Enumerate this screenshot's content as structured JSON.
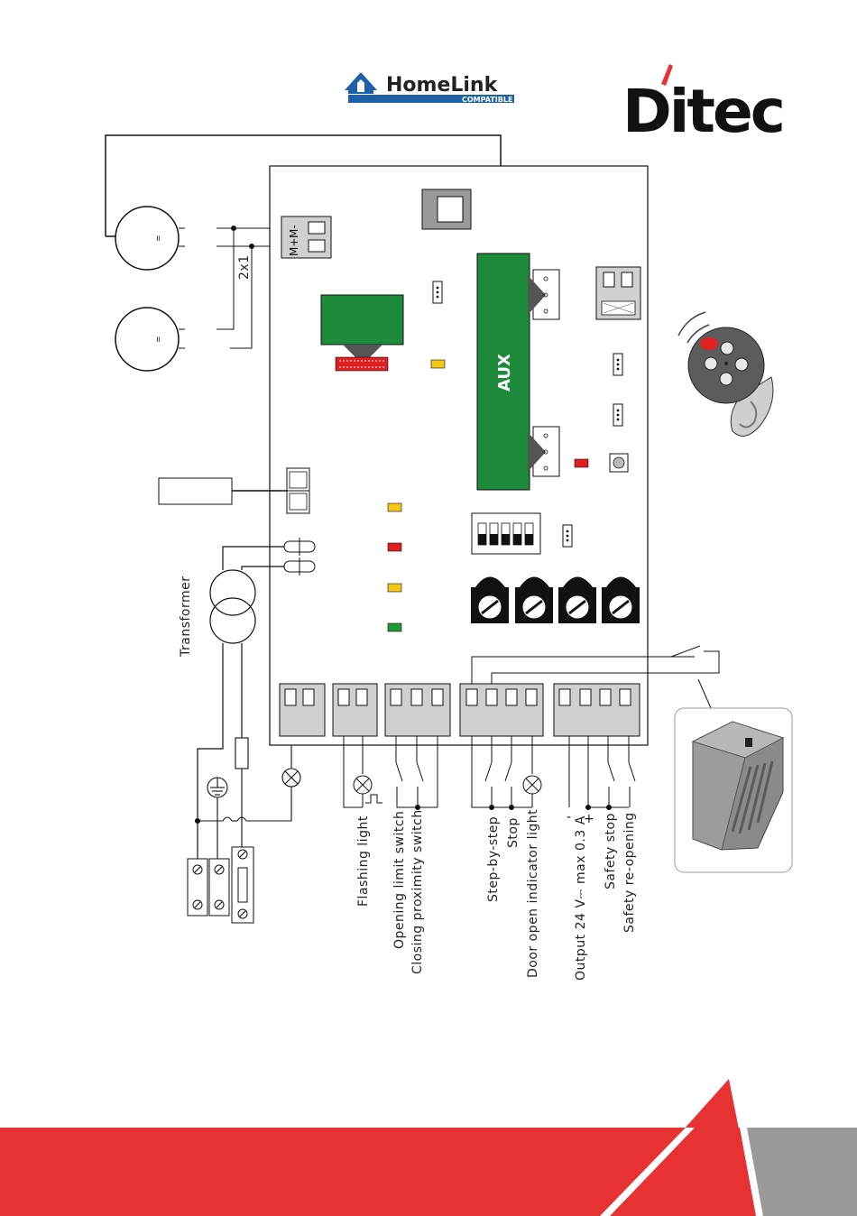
{
  "brand": {
    "homelink_text": "HomeLink",
    "homelink_sub": "COMPATIBLE",
    "ditec_text": "Ditec"
  },
  "board": {
    "aux_label": "AUX",
    "motor_terminal_minus": "M-",
    "motor_terminal_plus": "M+",
    "cable_label": "2x1",
    "transformer_label": "Transformer"
  },
  "terminal_labels": [
    "Flashing light",
    "Opening limit switch",
    "Closing proximity switch",
    "Step-by-step",
    "Stop",
    "Door open indicator light",
    "Output 24 V⎓ max 0.3 A",
    "Safety stop",
    "Safety re-opening"
  ],
  "polarity": {
    "minus": "-",
    "plus": "+"
  },
  "colors": {
    "board_green": "#1e8a3c",
    "brand_red": "#e63232",
    "led_yellow": "#f5c518",
    "led_red": "#e02020",
    "led_green": "#1e9a3c",
    "terminal_gray": "#d0d0d0",
    "footer_gray": "#9a9a9a",
    "homelink_blue": "#1f5fa8"
  }
}
